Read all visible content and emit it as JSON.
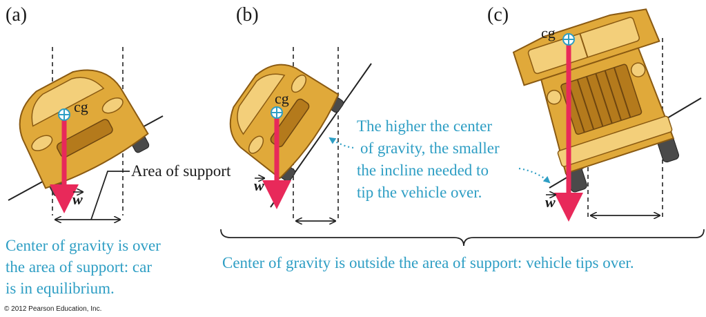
{
  "panels": {
    "a": {
      "label": "(a)",
      "cg": "cg",
      "w": "w",
      "caption_lines": [
        "Center of gravity is over",
        "the area of support: car",
        "is in equilibrium."
      ]
    },
    "b": {
      "label": "(b)",
      "cg": "cg",
      "w": "w"
    },
    "c": {
      "label": "(c)",
      "cg": "cg",
      "w": "w"
    }
  },
  "area_of_support_label": "Area of support",
  "middle_note_lines": [
    "The higher the center",
    "of gravity, the smaller",
    "the incline needed to",
    "tip the vehicle over."
  ],
  "bottom_caption": "Center of gravity is outside the area of support: vehicle tips over.",
  "copyright": "© 2012 Pearson Education, Inc.",
  "colors": {
    "weight_arrow": "#e8295a",
    "caption_text": "#2e9ec4",
    "vehicle": "#e0a93a"
  }
}
